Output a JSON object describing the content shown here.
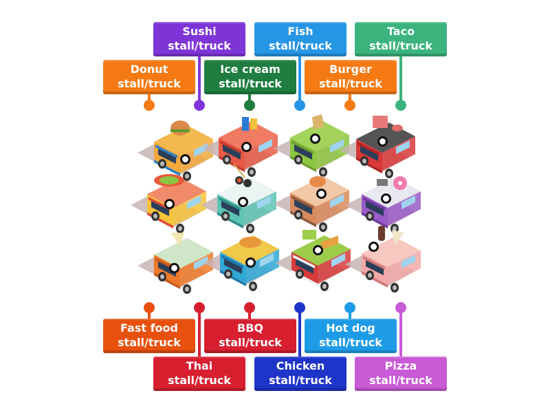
{
  "labels": [
    {
      "id": "sushi",
      "line1": "Sushi",
      "line2": "stall/truck",
      "color": "#7e35d8"
    },
    {
      "id": "fish",
      "line1": "Fish",
      "line2": "stall/truck",
      "color": "#2595e6"
    },
    {
      "id": "taco",
      "line1": "Taco",
      "line2": "stall/truck",
      "color": "#3bb37d"
    },
    {
      "id": "donut",
      "line1": "Donut",
      "line2": "stall/truck",
      "color": "#f57a14"
    },
    {
      "id": "ice-cream",
      "line1": "Ice cream",
      "line2": "stall/truck",
      "color": "#1f7d3f"
    },
    {
      "id": "burger",
      "line1": "Burger",
      "line2": "stall/truck",
      "color": "#f57a14"
    },
    {
      "id": "fast-food",
      "line1": "Fast food",
      "line2": "stall/truck",
      "color": "#e8500e"
    },
    {
      "id": "bbq",
      "line1": "BBQ",
      "line2": "stall/truck",
      "color": "#d71f30"
    },
    {
      "id": "hot-dog",
      "line1": "Hot dog",
      "line2": "stall/truck",
      "color": "#1e9be6"
    },
    {
      "id": "thai",
      "line1": "Thai",
      "line2": "stall/truck",
      "color": "#d71f30"
    },
    {
      "id": "chicken",
      "line1": "Chicken",
      "line2": "stall/truck",
      "color": "#1f34c8"
    },
    {
      "id": "pizza",
      "line1": "Pizza",
      "line2": "stall/truck",
      "color": "#c85ad6"
    }
  ],
  "trucks": [
    {
      "name": "burger-truck",
      "body": "#f2a93a",
      "roof": "#f4b94e",
      "trim": "#2d7fc4"
    },
    {
      "name": "fast-food-truck",
      "body": "#e85a45",
      "roof": "#f07a62",
      "trim": "#c23a2f"
    },
    {
      "name": "taco-truck",
      "body": "#8cc640",
      "roof": "#a3d35a",
      "trim": "#6aa02c"
    },
    {
      "name": "bbq-truck",
      "body": "#d83838",
      "roof": "#555555",
      "trim": "#b02424"
    },
    {
      "name": "hot-dog-truck",
      "body": "#f4c33a",
      "roof": "#f08a6a",
      "trim": "#e04a3a"
    },
    {
      "name": "sushi-truck",
      "body": "#5cc4b4",
      "roof": "#eaf4f2",
      "trim": "#2e8f88"
    },
    {
      "name": "chicken-truck",
      "body": "#d98a5c",
      "roof": "#f2c9a8",
      "trim": "#8a5a3c"
    },
    {
      "name": "donut-truck",
      "body": "#9a5cc8",
      "roof": "#e8e8f0",
      "trim": "#6e3a9c"
    },
    {
      "name": "thai-truck",
      "body": "#ee7a2a",
      "roof": "#cfe6c8",
      "trim": "#c85a1a"
    },
    {
      "name": "fish-truck",
      "body": "#2fa8d6",
      "roof": "#f0c84a",
      "trim": "#1f7aa8"
    },
    {
      "name": "pizza-truck",
      "body": "#d63a3a",
      "roof": "#9ccc4a",
      "trim": "#f2f2f2"
    },
    {
      "name": "ice-cream-truck",
      "body": "#f2a8a8",
      "roof": "#f7c8c0",
      "trim": "#d07878"
    }
  ]
}
